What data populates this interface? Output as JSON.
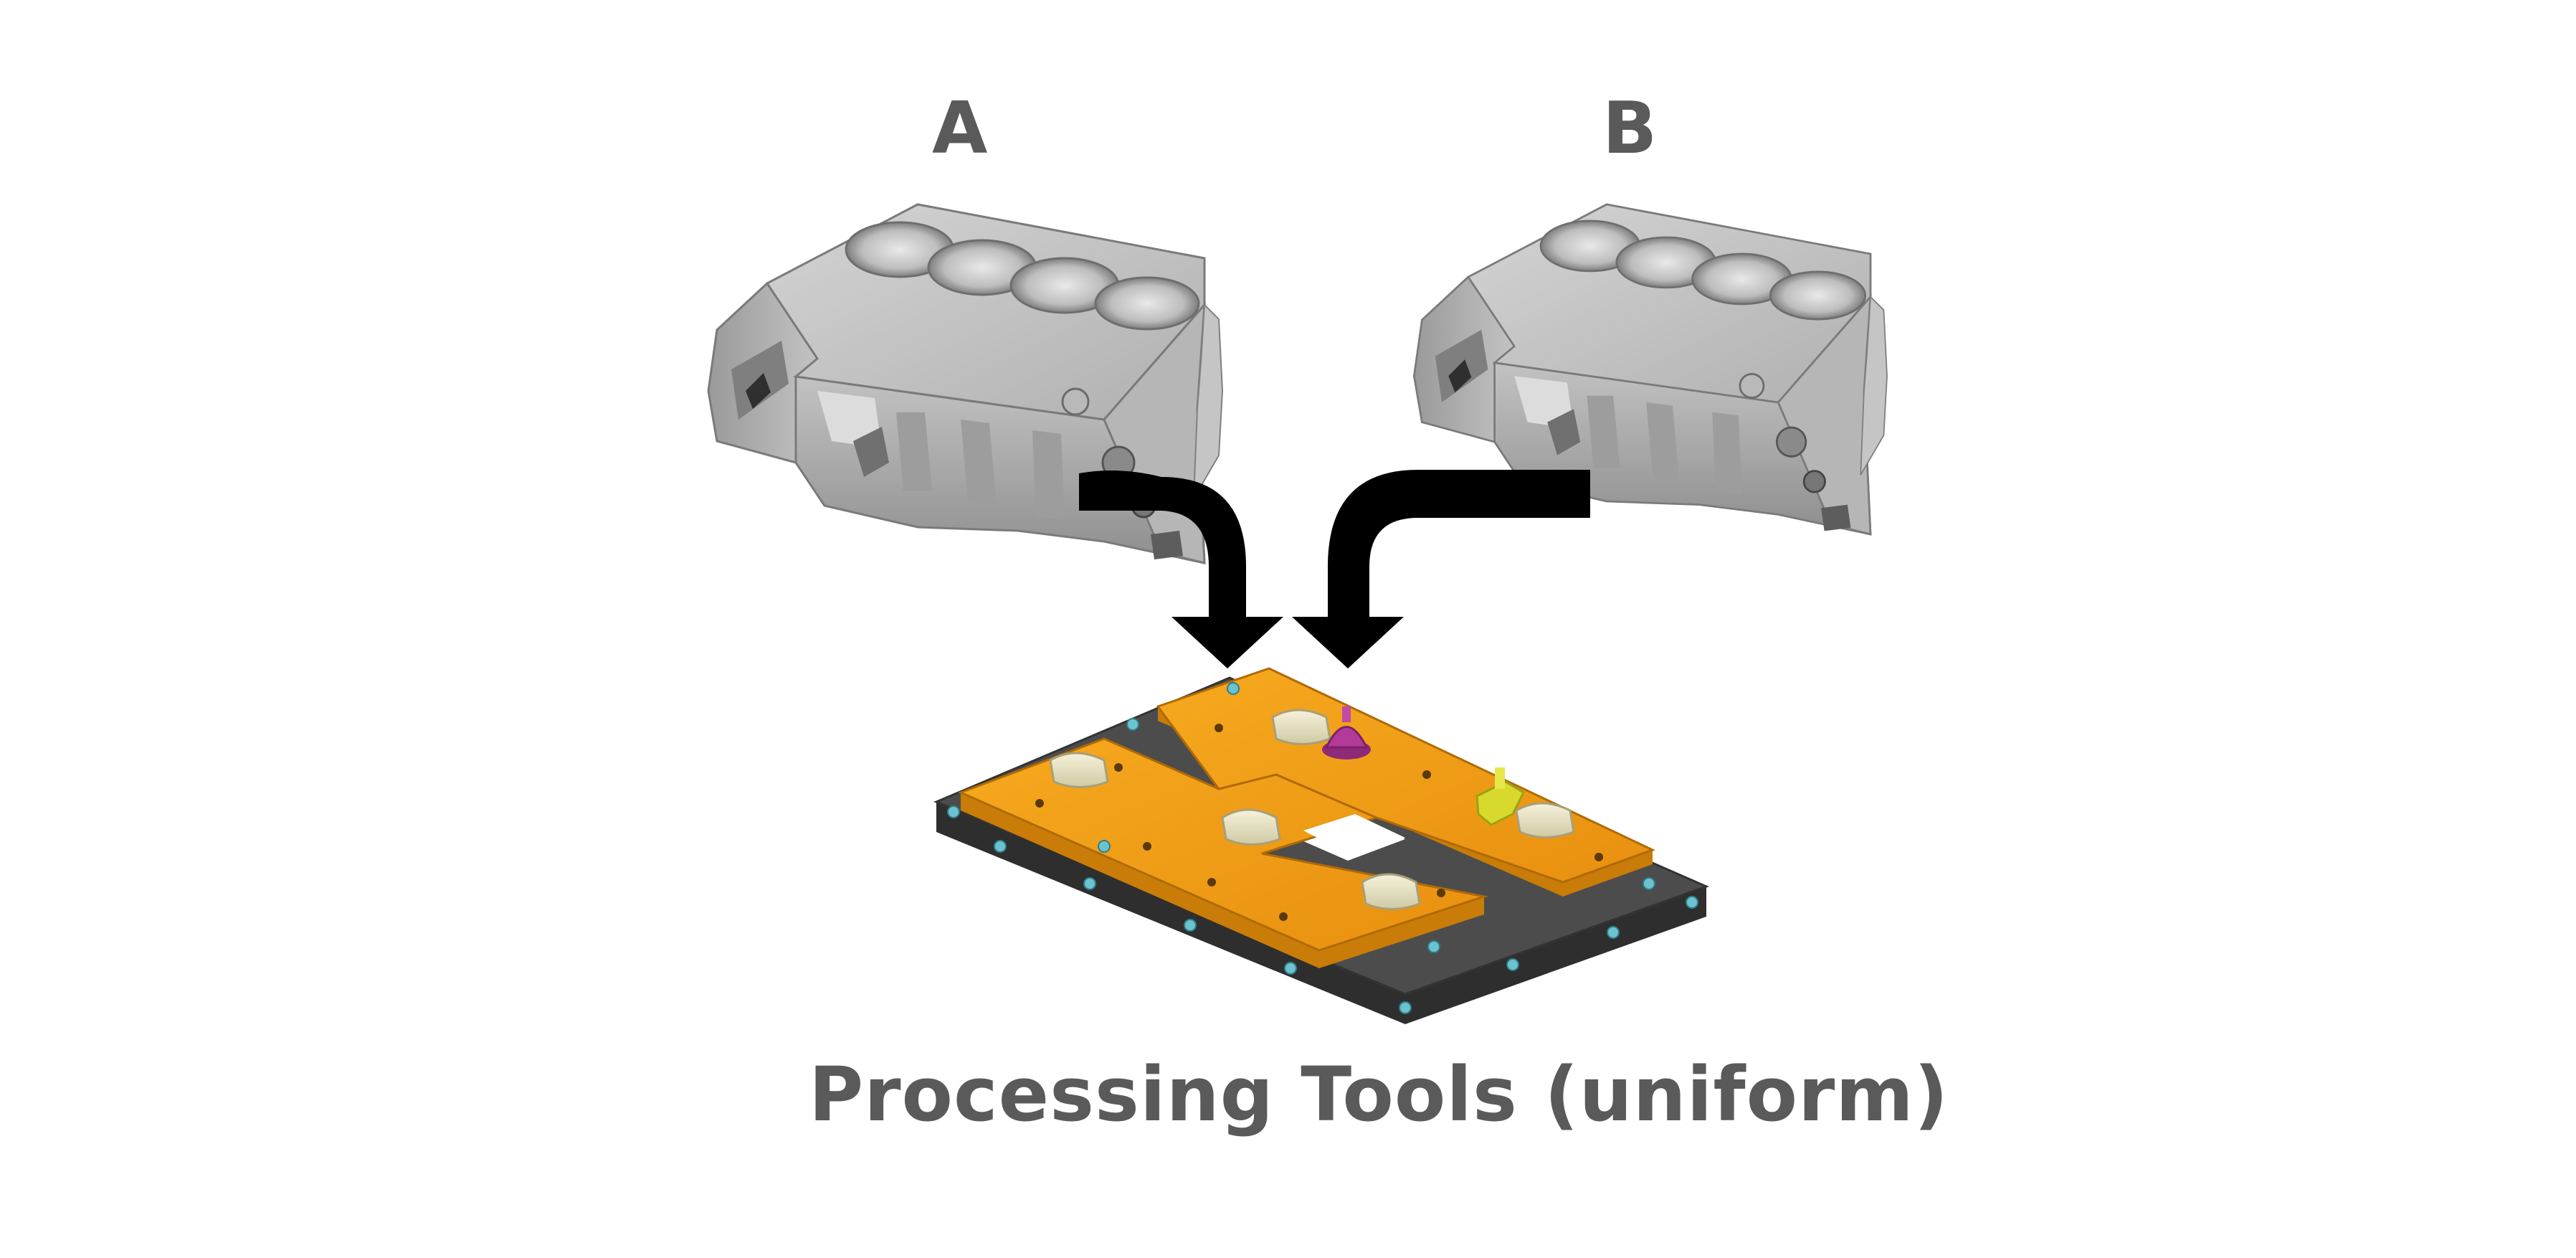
{
  "labels": {
    "block_a": "A",
    "block_b": "B"
  },
  "caption": "Processing Tools (uniform)",
  "colors": {
    "text": "#5a5a5a",
    "arrow": "#000000",
    "engine_block": "#a9a9a9",
    "fixture_plate": "#f29a12",
    "base_plate": "#4a4a4a",
    "locating_pins": "#eee8c6",
    "accent_pin": "#b43a9a",
    "clamp": "#d7da2c",
    "bolts": "#6cc3cf"
  },
  "icons": {
    "engine_block_a": "engine-block-icon",
    "engine_block_b": "engine-block-icon",
    "arrow_a": "curved-arrow-down-icon",
    "arrow_b": "curved-arrow-down-icon",
    "fixture": "processing-fixture-icon"
  }
}
